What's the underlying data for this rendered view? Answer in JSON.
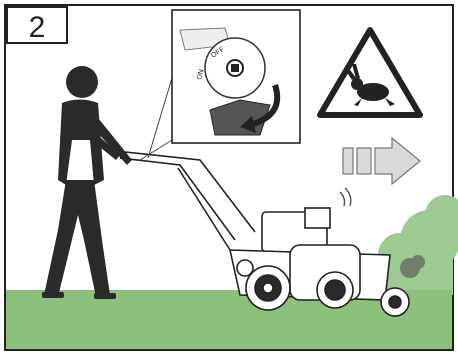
{
  "step_number": "2",
  "switch_labels": {
    "on": "ON",
    "off": "OFF"
  },
  "colors": {
    "frame": "#222222",
    "ground": "#8cc17c",
    "bush": "#9dca91",
    "figure": "#2a2a2a",
    "arrow_fill": "#d9d9d9",
    "arrow_stroke": "#777777"
  },
  "icons": {
    "warning_sign": "rabbit-fast-speed-warning-icon",
    "direction": "forward-arrow-icon",
    "rotation": "curved-arrow-icon"
  }
}
